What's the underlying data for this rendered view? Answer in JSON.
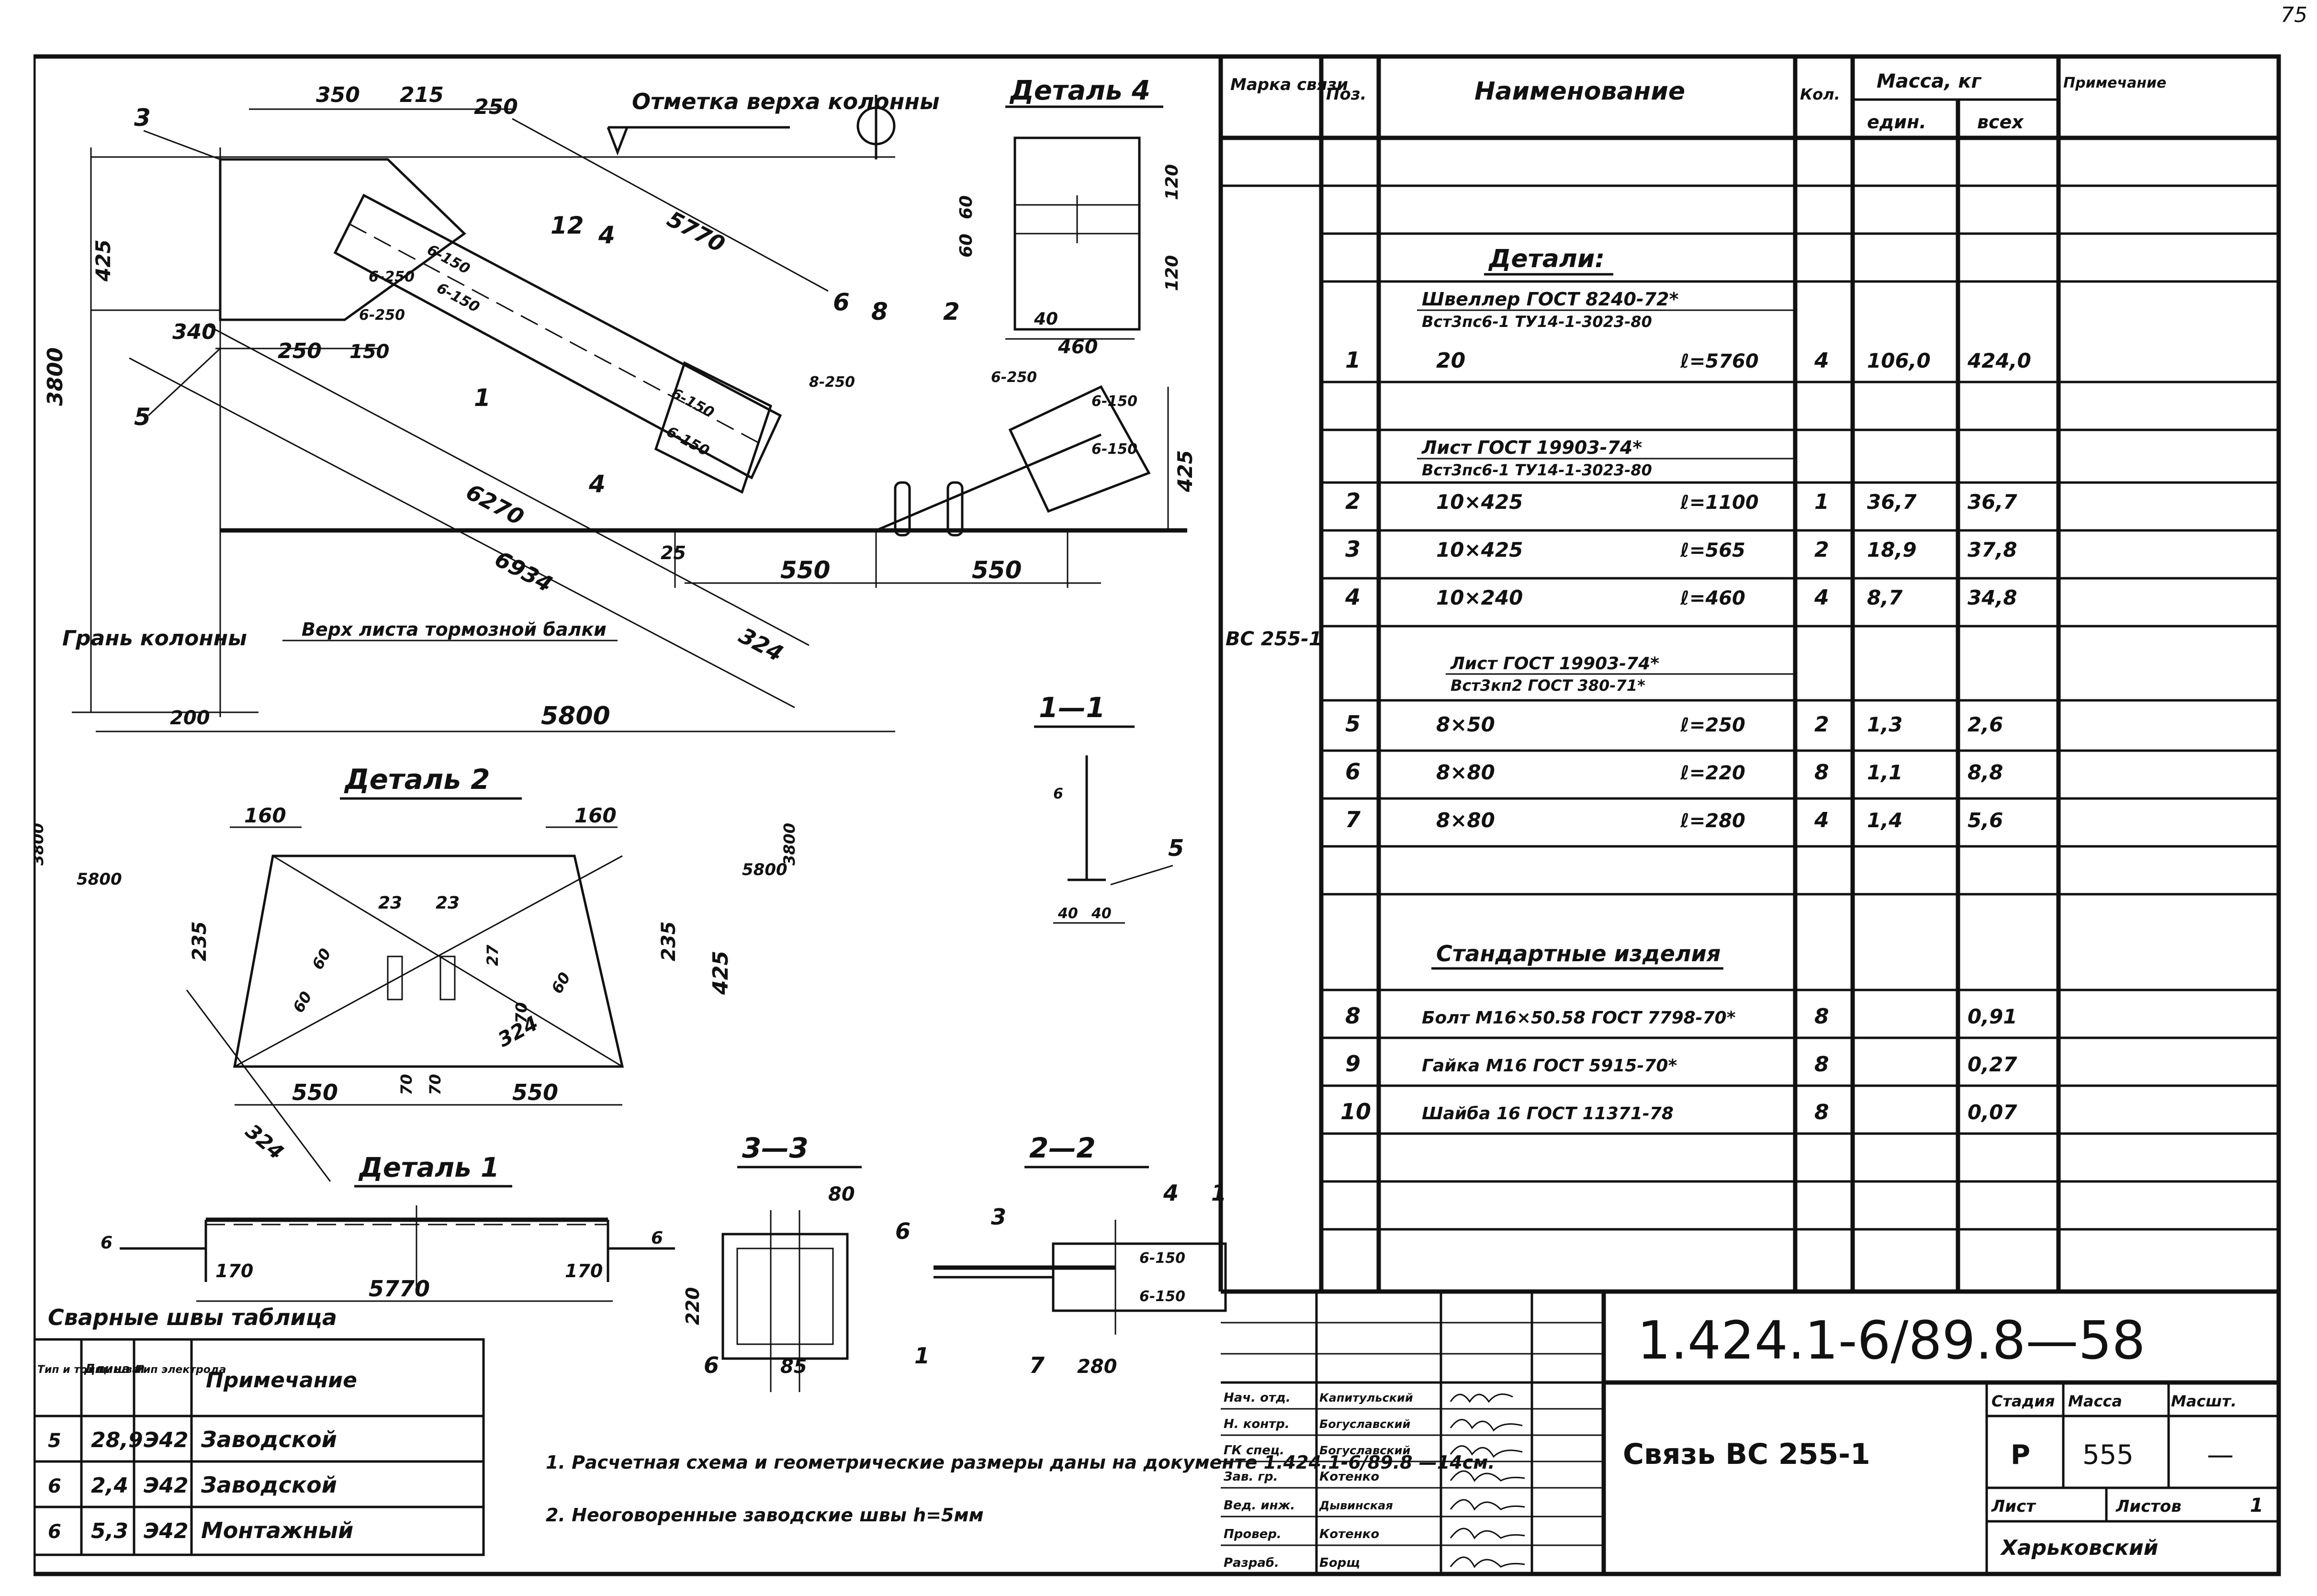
{
  "page_number": "75",
  "drawing": {
    "label_mark_top": "Отметка верха колонны",
    "label_column_face": "Грань колонны",
    "label_beam_top": "Верх листа тормозной балки",
    "detail_4_title": "Деталь 4",
    "detail_2_title": "Деталь 2",
    "detail_1_title": "Деталь 1",
    "section_1": "1—1",
    "section_2": "2—2",
    "section_3": "3—3",
    "dims_main": [
      "350",
      "215",
      "250",
      "425",
      "3800",
      "340",
      "250",
      "150",
      "5770",
      "6270",
      "6934",
      "324",
      "550",
      "550",
      "425",
      "5800",
      "200",
      "25"
    ],
    "dims_detail4": [
      "60",
      "60",
      "120",
      "120",
      "40",
      "460"
    ],
    "dims_detail2": [
      "160",
      "160",
      "3800",
      "5800",
      "3800",
      "5800",
      "235",
      "235",
      "425",
      "23",
      "23",
      "60",
      "60",
      "27",
      "70",
      "70",
      "70",
      "60",
      "550",
      "550",
      "324",
      "324"
    ],
    "dims_detail1": [
      "6",
      "6",
      "170",
      "170",
      "5770"
    ],
    "dims_section33": [
      "80",
      "220",
      "85",
      "6",
      "1"
    ],
    "dims_section22": [
      "3",
      "4",
      "1",
      "7",
      "280",
      "6-150",
      "6-150"
    ],
    "dims_section11": [
      "40",
      "40",
      "5",
      "6"
    ],
    "weld_labels": [
      "6-150",
      "6-150",
      "6-150",
      "6-150",
      "6-150",
      "6-150",
      "8-250",
      "6-250",
      "6-250",
      "6-250"
    ],
    "callouts": [
      "3",
      "5",
      "1",
      "2",
      "4",
      "4",
      "6",
      "8",
      "2",
      "6",
      "12"
    ],
    "notes": [
      "1. Расчетная схема и геометрические размеры даны на документе 1.424.1-6/89.8 —14см.",
      "2. Неоговоренные заводские швы h=5мм"
    ]
  },
  "weld_table": {
    "title": "Сварные швы таблица",
    "headers": [
      "Тип и толщ. шва",
      "Длина м",
      "Тип электрода",
      "Примечание"
    ],
    "rows": [
      [
        "5",
        "28,9",
        "Э42",
        "Заводской"
      ],
      [
        "6",
        "2,4",
        "Э42",
        "Заводской"
      ],
      [
        "6",
        "5,3",
        "Э42",
        "Монтажный"
      ]
    ]
  },
  "spec_table": {
    "headers": {
      "mark": "Марка связи",
      "pos": "Поз.",
      "name": "Наименование",
      "qty": "Кол.",
      "mass": "Масса, кг",
      "mass_unit": "един.",
      "mass_total": "всех",
      "note": "Примечание"
    },
    "mark_value": "ВС 255-1",
    "section_details": "Детали:",
    "group1_line1": "Швеллер       ГОСТ 8240-72*",
    "group1_line2": "Вст3пс6-1     ТУ14-1-3023-80",
    "group2_line1": "Лист       ГОСТ 19903-74*",
    "group2_line2": "Вст3пс6-1  ТУ14-1-3023-80",
    "group3_line1": "Лист     ГОСТ 19903-74*",
    "group3_line2": "Вст3кп2  ГОСТ 380-71*",
    "section_std": "Стандартные изделия",
    "rows": [
      {
        "pos": "1",
        "name": "20",
        "len": "ℓ=5760",
        "qty": "4",
        "unit": "106,0",
        "total": "424,0"
      },
      {
        "pos": "2",
        "name": "10×425",
        "len": "ℓ=1100",
        "qty": "1",
        "unit": "36,7",
        "total": "36,7"
      },
      {
        "pos": "3",
        "name": "10×425",
        "len": "ℓ=565",
        "qty": "2",
        "unit": "18,9",
        "total": "37,8"
      },
      {
        "pos": "4",
        "name": "10×240",
        "len": "ℓ=460",
        "qty": "4",
        "unit": "8,7",
        "total": "34,8"
      },
      {
        "pos": "5",
        "name": "8×50",
        "len": "ℓ=250",
        "qty": "2",
        "unit": "1,3",
        "total": "2,6"
      },
      {
        "pos": "6",
        "name": "8×80",
        "len": "ℓ=220",
        "qty": "8",
        "unit": "1,1",
        "total": "8,8"
      },
      {
        "pos": "7",
        "name": "8×80",
        "len": "ℓ=280",
        "qty": "4",
        "unit": "1,4",
        "total": "5,6"
      },
      {
        "pos": "8",
        "name": "Болт  М16×50.58 ГОСТ 7798-70*",
        "len": "",
        "qty": "8",
        "unit": "",
        "total": "0,91"
      },
      {
        "pos": "9",
        "name": "Гайка М16     ГОСТ 5915-70*",
        "len": "",
        "qty": "8",
        "unit": "",
        "total": "0,27"
      },
      {
        "pos": "10",
        "name": "Шайба 16     ГОСТ 11371-78",
        "len": "",
        "qty": "8",
        "unit": "",
        "total": "0,07"
      }
    ]
  },
  "title_block": {
    "doc_code": "1.424.1-6/89.8—58",
    "doc_name": "Связь ВС 255-1",
    "stage_label": "Стадия",
    "mass_label": "Масса",
    "scale_label": "Масшт.",
    "stage_value": "Р",
    "mass_value": "555",
    "scale_value": "—",
    "sheet_label": "Лист",
    "sheets_label": "Листов",
    "sheets_value": "1",
    "org": "Харьковский",
    "roles": [
      {
        "role": "Нач. отд.",
        "name": "Капитульский"
      },
      {
        "role": "Н. контр.",
        "name": "Богуславский"
      },
      {
        "role": "ГК спец.",
        "name": "Богуславский"
      },
      {
        "role": "Зав. гр.",
        "name": "Котенко"
      },
      {
        "role": "Вед. инж.",
        "name": "Дывинская"
      },
      {
        "role": "Провер.",
        "name": "Котенко"
      },
      {
        "role": "Разраб.",
        "name": "Борщ"
      }
    ]
  }
}
